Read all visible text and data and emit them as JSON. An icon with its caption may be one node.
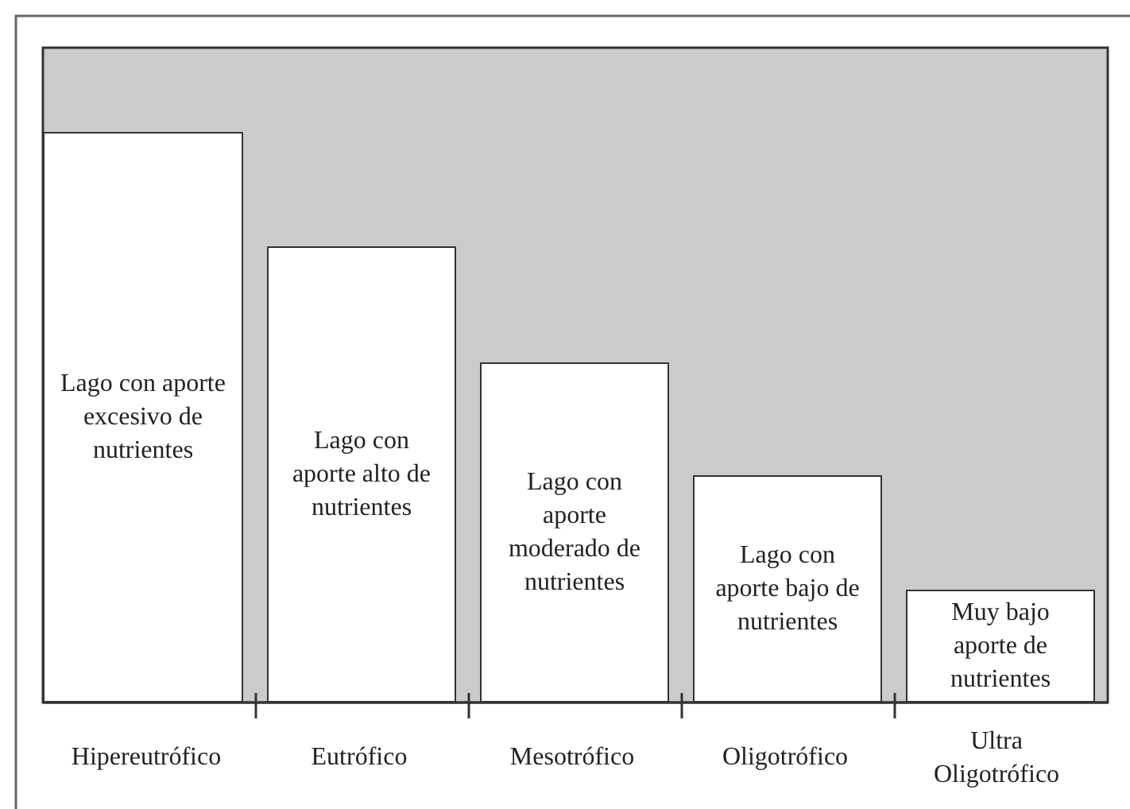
{
  "diagram": {
    "nodes": [
      {
        "text": [
          "Lago con aporte excesivo de nutrientes"
        ]
      },
      {
        "text": [
          "Lago con aporte alto de nutrientes"
        ]
      },
      {
        "text": [
          "Lago con aporte moderado de nutrientes"
        ]
      },
      {
        "text": [
          "Lago con aporte bajo de nutrientes"
        ]
      },
      {
        "text": [
          "Muy bajo aporte de nutrientes"
        ]
      }
    ],
    "edges": [],
    "labels": [
      "Hipereutrófico",
      "Eutrófico",
      "Mesotrófico",
      "Oligotrófico",
      "Ultra Oligotrófico"
    ]
  }
}
